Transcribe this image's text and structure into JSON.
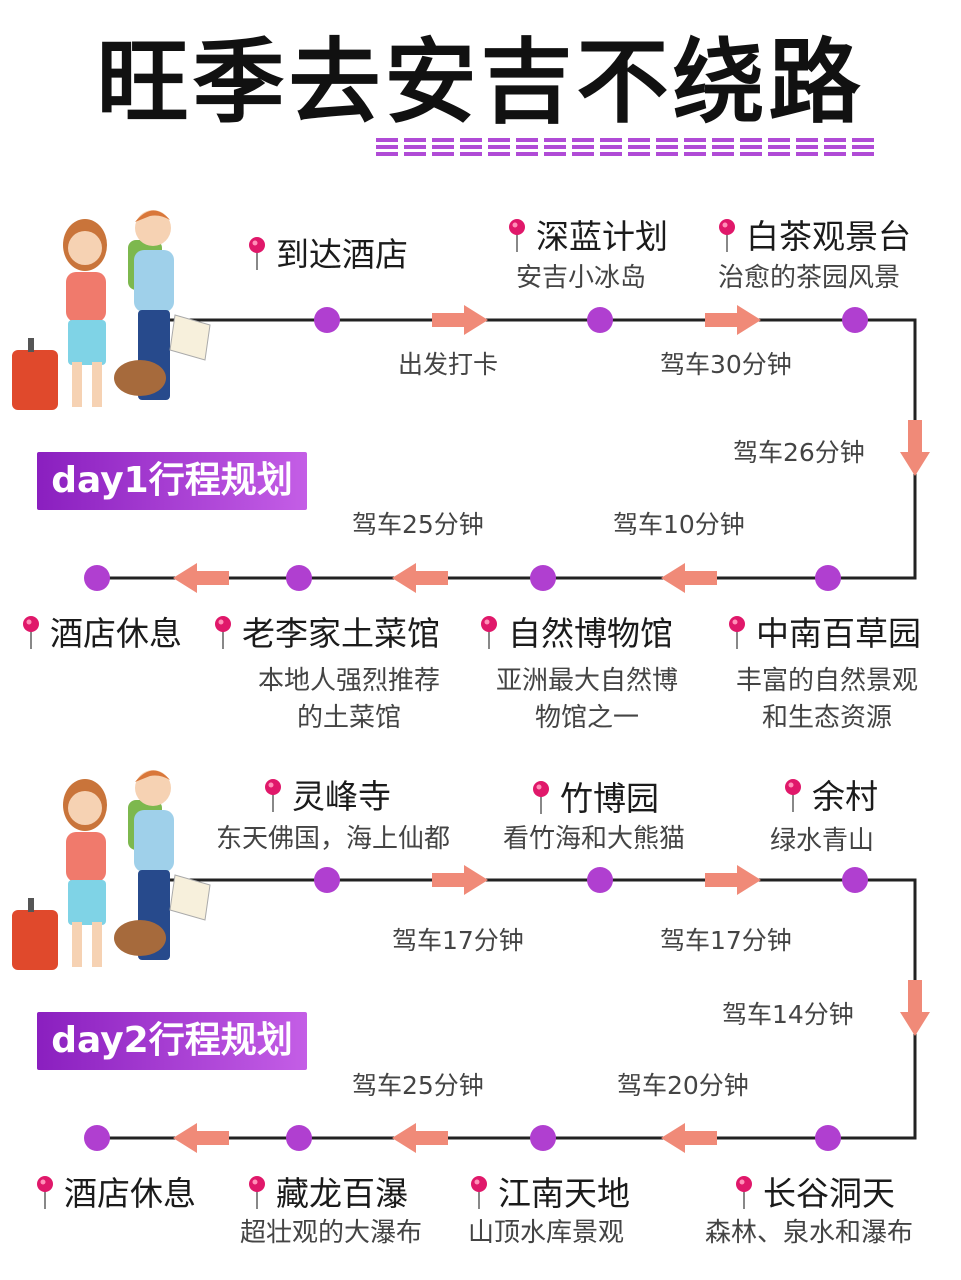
{
  "title": "旺季去安吉不绕路",
  "day1": {
    "badge": "day1行程规划",
    "stops": [
      {
        "name": "到达酒店",
        "desc": ""
      },
      {
        "name": "深蓝计划",
        "desc": "安吉小冰岛"
      },
      {
        "name": "白茶观景台",
        "desc": "治愈的茶园风景"
      },
      {
        "name": "中南百草园",
        "desc_line1": "丰富的自然景观",
        "desc_line2": "和生态资源"
      },
      {
        "name": "自然博物馆",
        "desc_line1": "亚洲最大自然博",
        "desc_line2": "物馆之一"
      },
      {
        "name": "老李家土菜馆",
        "desc_line1": "本地人强烈推荐",
        "desc_line2": "的土菜馆"
      },
      {
        "name": "酒店休息",
        "desc": ""
      }
    ],
    "drives": [
      "出发打卡",
      "驾车30分钟",
      "驾车26分钟",
      "驾车10分钟",
      "驾车25分钟"
    ]
  },
  "day2": {
    "badge": "day2行程规划",
    "stops": [
      {
        "name": "灵峰寺",
        "desc": "东天佛国，海上仙都"
      },
      {
        "name": "竹博园",
        "desc": "看竹海和大熊猫"
      },
      {
        "name": "余村",
        "desc": "绿水青山"
      },
      {
        "name": "长谷洞天",
        "desc": "森林、泉水和瀑布"
      },
      {
        "name": "江南天地",
        "desc": "山顶水库景观"
      },
      {
        "name": "藏龙百瀑",
        "desc": "超壮观的大瀑布"
      },
      {
        "name": "酒店休息",
        "desc": ""
      }
    ],
    "drives": [
      "驾车17分钟",
      "驾车17分钟",
      "驾车14分钟",
      "驾车20分钟",
      "驾车25分钟"
    ]
  },
  "colors": {
    "dot": "#b03fd0",
    "arrow": "#f08a78",
    "pin": "#e0186a",
    "badge": "#9a2fcc",
    "line": "#222222"
  },
  "icons": [
    "map-pin-icon",
    "right-arrow-icon",
    "left-arrow-icon",
    "down-arrow-icon",
    "travelers-illustration"
  ]
}
